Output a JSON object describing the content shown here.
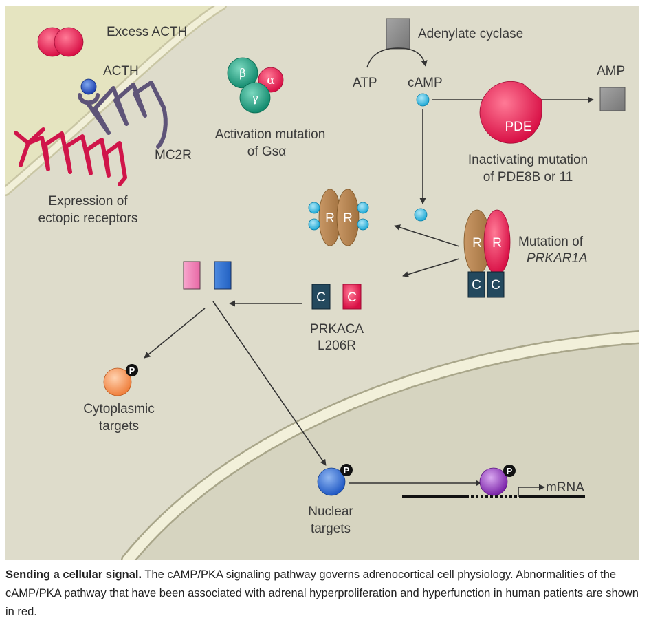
{
  "labels": {
    "excess_acth": "Excess ACTH",
    "acth": "ACTH",
    "mc2r": "MC2R",
    "ectopic_1": "Expression of",
    "ectopic_2": "ectopic receptors",
    "activation_1": "Activation mutation",
    "activation_2": "of Gsα",
    "adenylate_cyclase": "Adenylate cyclase",
    "atp": "ATP",
    "camp": "cAMP",
    "amp": "AMP",
    "pde": "PDE",
    "inactivating_1": "Inactivating mutation",
    "inactivating_2": "of PDE8B or 11",
    "mutation_1": "Mutation of",
    "mutation_2": "PRKAR1A",
    "prkaca_1": "PRKACA",
    "prkaca_2": "L206R",
    "cytoplasmic_1": "Cytoplasmic",
    "cytoplasmic_2": "targets",
    "nuclear_1": "Nuclear",
    "nuclear_2": "targets",
    "mrna": "mRNA"
  },
  "glyphs": {
    "beta": "β",
    "alpha": "α",
    "gamma": "γ",
    "r": "R",
    "c": "C",
    "p": "P"
  },
  "caption": {
    "title": "Sending a cellular signal.",
    "text": " The cAMP/PKA signaling pathway governs adrenocortical cell physiology. Abnormalities of the cAMP/PKA pathway that have been associated with adrenal hyperproliferation and hyperfunction in human patients are shown in red."
  },
  "colors": {
    "extracellular": "#e5e4c0",
    "cytoplasm": "#dedccb",
    "nucleus": "#d6d4c0",
    "membrane": "#eeebd5",
    "abnormal_red": "#e8174f",
    "regulatory_brown": "#b08150",
    "catalytic_dark": "#24495e",
    "camp_cyan": "#33b6dc",
    "gray_box": "#8c8c8c",
    "cyto_target_orange": "#f28f52",
    "nuclear_target_blue": "#2f6fd0",
    "tf_purple": "#8a34b8",
    "gs_green": "#1f9e82",
    "pink_box": "#f07ab1",
    "blue_box": "#2d6fcf",
    "mc2r_purple": "#5e5478"
  }
}
